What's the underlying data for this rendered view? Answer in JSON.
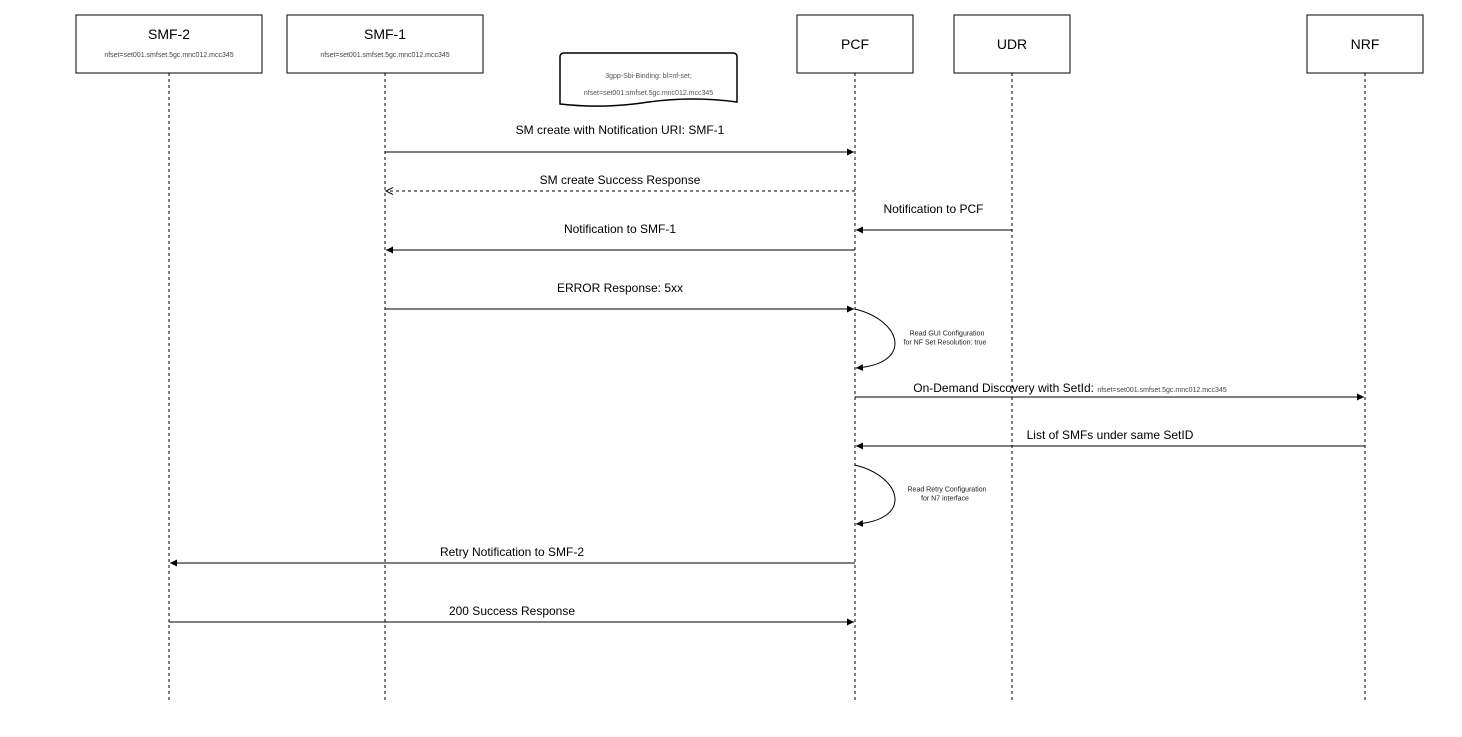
{
  "actors": [
    {
      "id": "smf2",
      "name": "SMF-2",
      "sub": "nfset=set001.smfset.5gc.mnc012.mcc345"
    },
    {
      "id": "smf1",
      "name": "SMF-1",
      "sub": "nfset=set001.smfset.5gc.mnc012.mcc345"
    },
    {
      "id": "pcf",
      "name": "PCF",
      "sub": ""
    },
    {
      "id": "udr",
      "name": "UDR",
      "sub": ""
    },
    {
      "id": "nrf",
      "name": "NRF",
      "sub": ""
    }
  ],
  "note": {
    "line1": "3gpp-Sbi-Binding: bl=nf-set;",
    "line2": "nfset=set001.smfset.5gc.mnc012.mcc345"
  },
  "messages": [
    {
      "from": "smf1",
      "to": "pcf",
      "label": "SM create with Notification URI: SMF-1",
      "small": "",
      "dashed": false
    },
    {
      "from": "pcf",
      "to": "smf1",
      "label": "SM create Success Response",
      "small": "",
      "dashed": true
    },
    {
      "from": "udr",
      "to": "pcf",
      "label": "Notification to PCF",
      "small": "",
      "dashed": false
    },
    {
      "from": "pcf",
      "to": "smf1",
      "label": "Notification to SMF-1",
      "small": "",
      "dashed": false
    },
    {
      "from": "smf1",
      "to": "pcf",
      "label": "ERROR Response: 5xx",
      "small": "",
      "dashed": false
    },
    {
      "from": "pcf",
      "to": "nrf",
      "label": "On-Demand Discovery with SetId:",
      "small": "nfset=set001.smfset.5gc.mnc012.mcc345",
      "dashed": false
    },
    {
      "from": "nrf",
      "to": "pcf",
      "label": "List of SMFs under same SetID",
      "small": "",
      "dashed": false
    },
    {
      "from": "pcf",
      "to": "smf2",
      "label": "Retry Notification to SMF-2",
      "small": "",
      "dashed": false
    },
    {
      "from": "smf2",
      "to": "pcf",
      "label": "200 Success Response",
      "small": "",
      "dashed": false
    }
  ],
  "self_messages": [
    {
      "actor": "pcf",
      "line1": "Read GUI Configuration",
      "line2": "for NF Set Resolution: true"
    },
    {
      "actor": "pcf",
      "line1": "Read Retry Configuration",
      "line2": "for N7 interface"
    }
  ]
}
